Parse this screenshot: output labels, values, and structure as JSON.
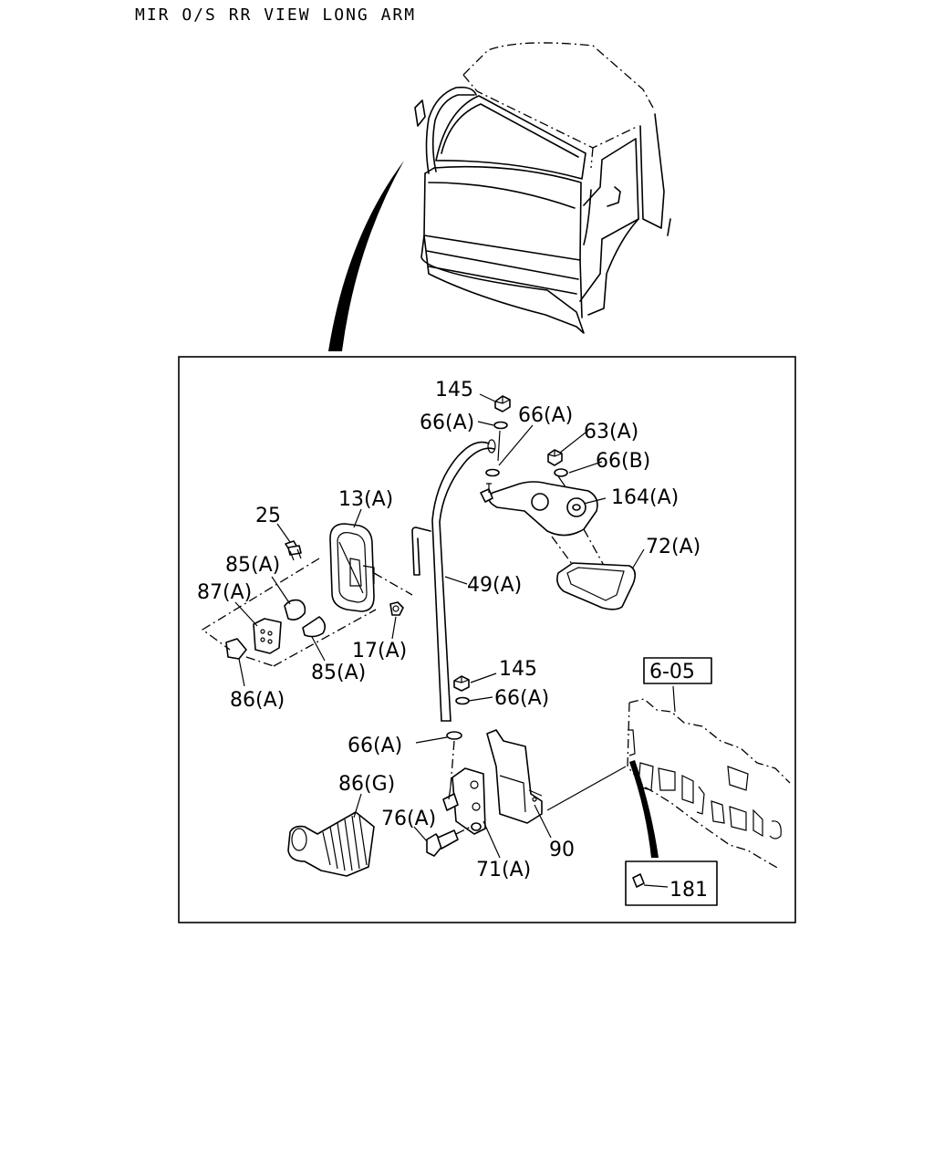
{
  "title": "MIR O/S RR VIEW LONG ARM",
  "callouts": {
    "c145_top": "145",
    "c66a_1": "66(A)",
    "c66a_2": "66(A)",
    "c63a": "63(A)",
    "c66b": "66(B)",
    "c164a": "164(A)",
    "c13a": "13(A)",
    "c25": "25",
    "c85a_1": "85(A)",
    "c87a": "87(A)",
    "c72a": "72(A)",
    "c49a": "49(A)",
    "c17a": "17(A)",
    "c85a_2": "85(A)",
    "c86a": "86(A)",
    "c145_mid": "145",
    "c66a_3": "66(A)",
    "c605": "6-05",
    "c66a_4": "66(A)",
    "c86g": "86(G)",
    "c76a": "76(A)",
    "c71a": "71(A)",
    "c90": "90",
    "c181": "181"
  }
}
